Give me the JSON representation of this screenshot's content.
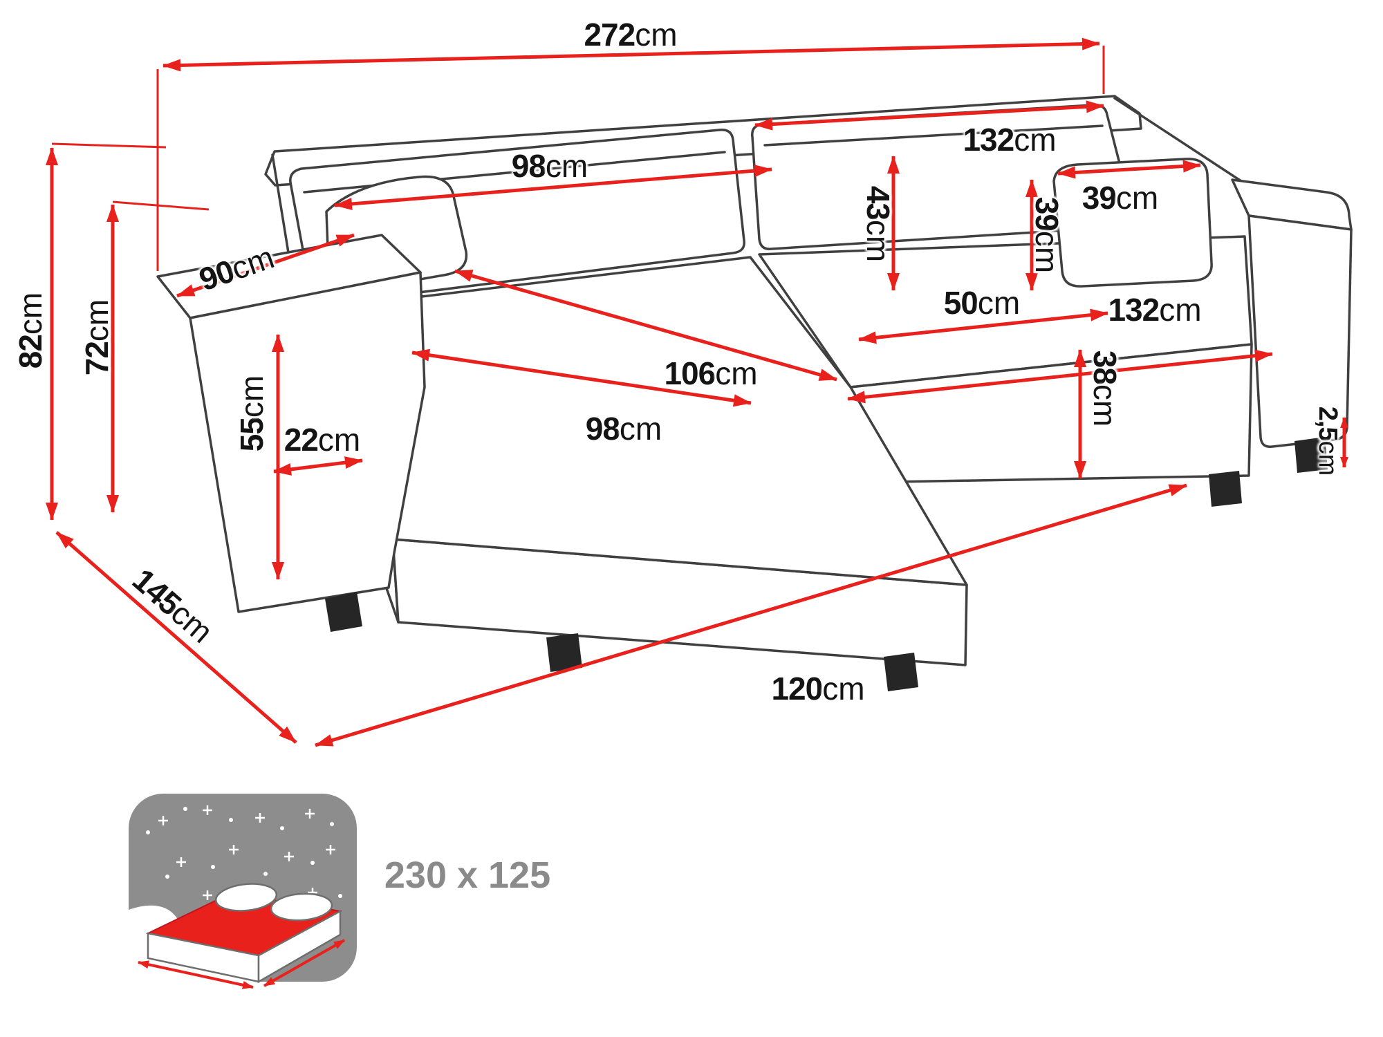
{
  "colors": {
    "dimension_red": "#e8211d",
    "outline_gray": "#404040",
    "muted_gray": "#8a8a8a"
  },
  "dims": {
    "d272": {
      "value": "272",
      "unit": "cm"
    },
    "d82": {
      "value": "82",
      "unit": "cm"
    },
    "d72": {
      "value": "72",
      "unit": "cm"
    },
    "d90": {
      "value": "90",
      "unit": "cm"
    },
    "d55": {
      "value": "55",
      "unit": "cm"
    },
    "d22": {
      "value": "22",
      "unit": "cm"
    },
    "d145": {
      "value": "145",
      "unit": "cm"
    },
    "d98b": {
      "value": "98",
      "unit": "cm"
    },
    "d132b": {
      "value": "132",
      "unit": "cm"
    },
    "d43": {
      "value": "43",
      "unit": "cm"
    },
    "d39w": {
      "value": "39",
      "unit": "cm"
    },
    "d39v": {
      "value": "39",
      "unit": "cm"
    },
    "d50": {
      "value": "50",
      "unit": "cm"
    },
    "d132s": {
      "value": "132",
      "unit": "cm"
    },
    "d38": {
      "value": "38",
      "unit": "cm"
    },
    "d106": {
      "value": "106",
      "unit": "cm"
    },
    "d98c": {
      "value": "98",
      "unit": "cm"
    },
    "d25": {
      "value": "2,5",
      "unit": "cm"
    },
    "d120": {
      "value": "120",
      "unit": "cm"
    }
  },
  "sleeping_area": {
    "size": "230 x 125",
    "icon": "bed-mattress-icon"
  }
}
